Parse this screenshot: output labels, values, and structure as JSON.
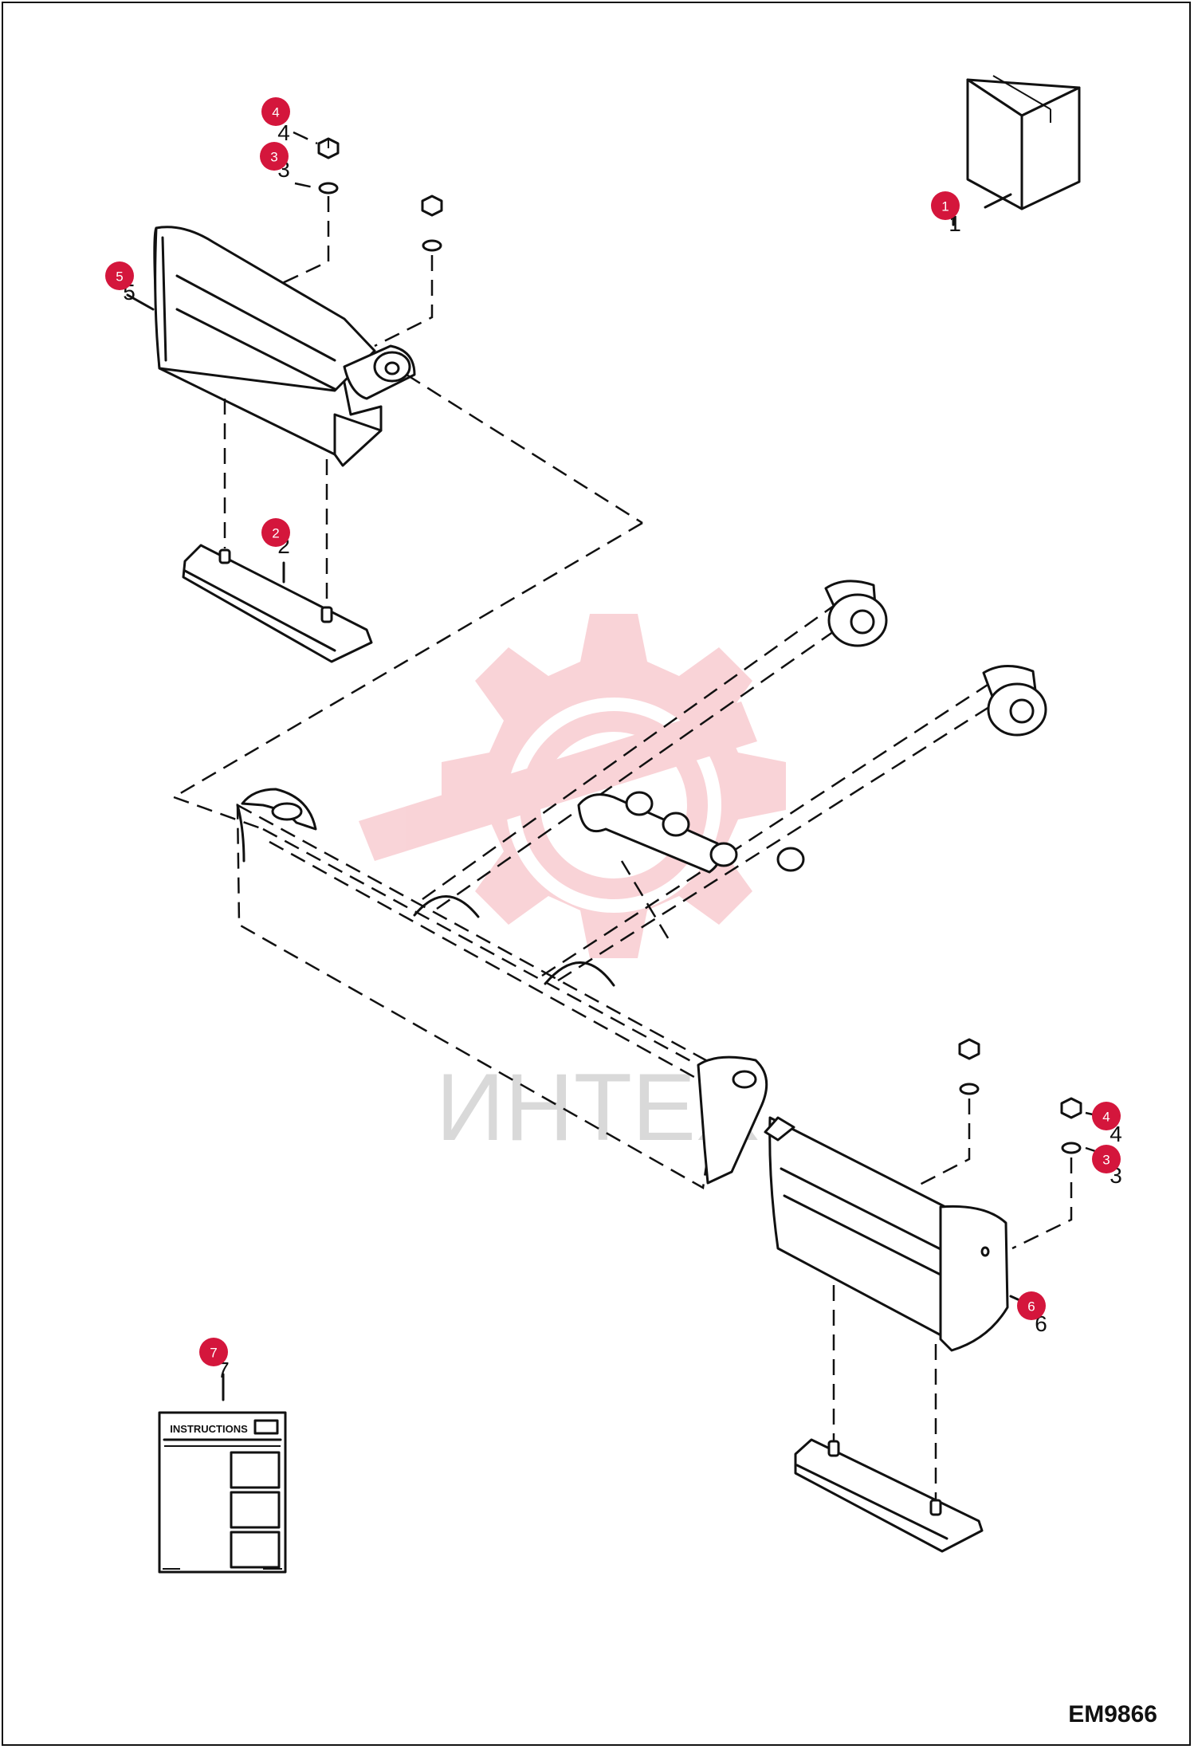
{
  "drawing": {
    "code": "EM9866",
    "watermark_text": "ИНТЕХ",
    "watermark_color": "#f2b8bd",
    "callout_color": "#d4163c"
  },
  "callouts": [
    {
      "id": "c1",
      "label": "1"
    },
    {
      "id": "c2",
      "label": "2"
    },
    {
      "id": "c3a",
      "label": "3"
    },
    {
      "id": "c4a",
      "label": "4"
    },
    {
      "id": "c5",
      "label": "5"
    },
    {
      "id": "c3b",
      "label": "3"
    },
    {
      "id": "c4b",
      "label": "4"
    },
    {
      "id": "c6",
      "label": "6"
    },
    {
      "id": "c7",
      "label": "7"
    }
  ],
  "instructions_sheet": {
    "title": "INSTRUCTIONS"
  }
}
